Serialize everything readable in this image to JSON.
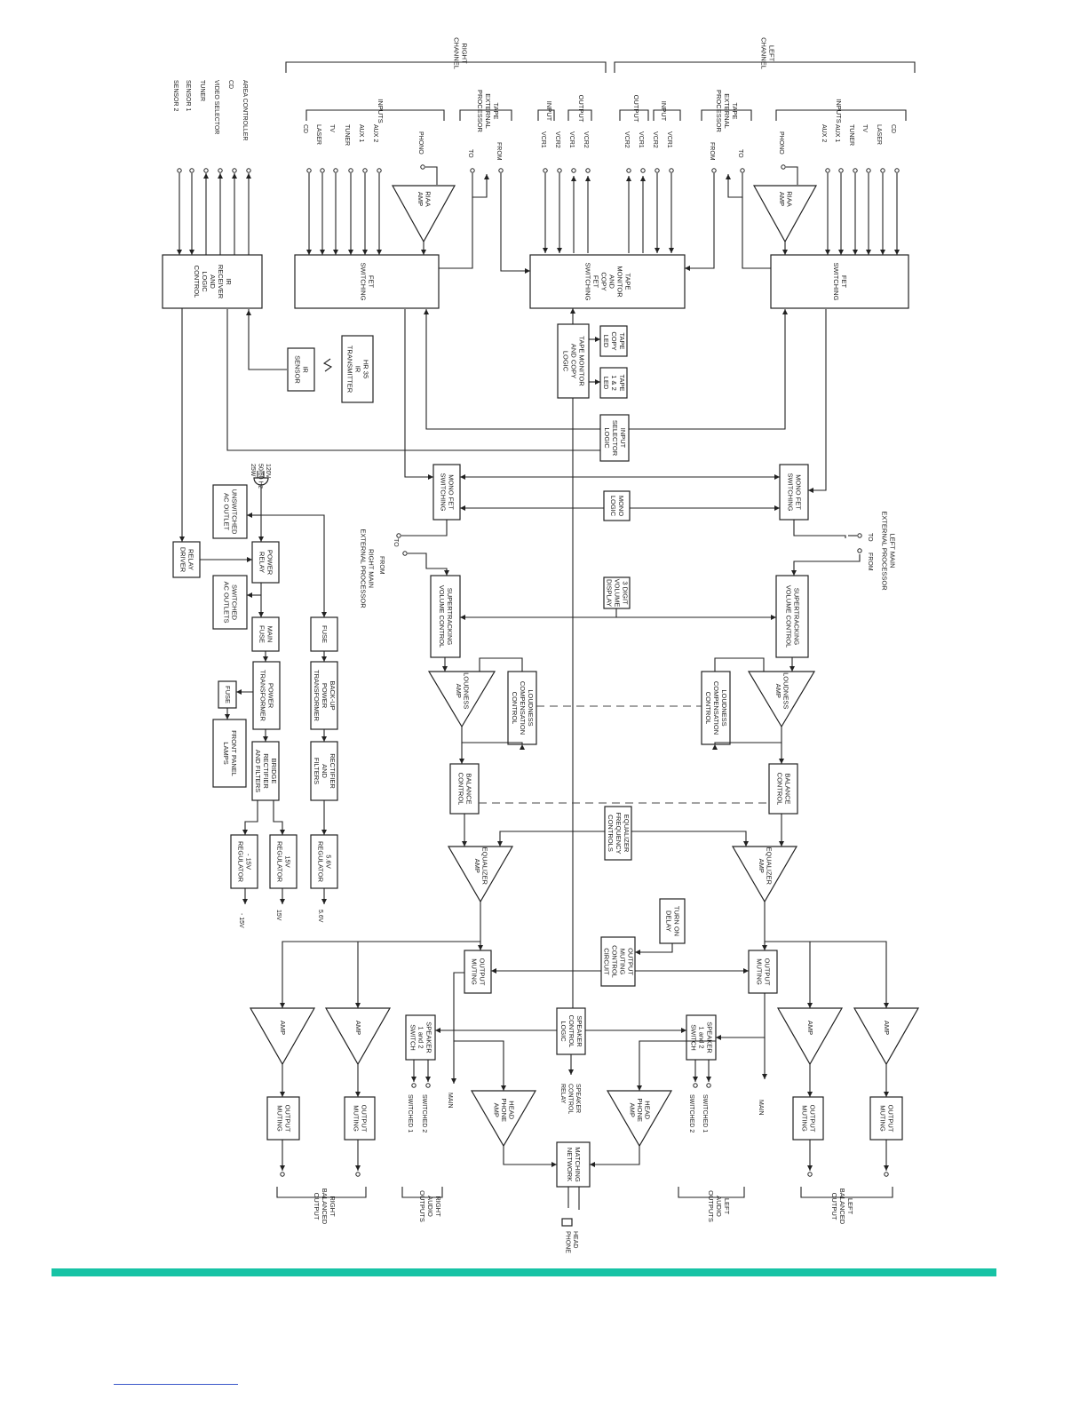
{
  "diagram": {
    "source_orientation": "rotated-90",
    "blocks": {
      "ir": "IR|RECEIVER|AND|LOGIC|CONTROL",
      "fet_r": "FET|SWITCHING",
      "tape_mon": "TAPE|MONITOR|AND|COPY|FET|SWITCHING",
      "fet_l": "FET|SWITCHING",
      "ir_sensor": "IR|SENSOR",
      "hr35": "HR 35|IR|TRANSMITTER",
      "tml": "TAPE MONITOR|AND COPY|LOGIC",
      "tape_copy": "TAPE|COPY|LED",
      "tape12": "TAPE|1 & 2|LED",
      "isl": "INPUT|SELECTOR|LOGIC",
      "mono_r": "MONO FET|SWITCHING",
      "mono_l": "MONO FET|SWITCHING",
      "mono_logic": "MONO|LOGIC",
      "unsw": "UNSWITCHED|AC OUTLET",
      "pwr_relay": "POWER|RELAY",
      "relay_drv": "RELAY|DRIVER",
      "sw_ac": "SWITCHED|AC OUTLETS",
      "main_fuse": "MAIN|FUSE",
      "fuse_b": "FUSE",
      "pwr_tx": "POWER|TRANSFORMER",
      "bu_tx": "BACK-UP|POWER|TRANSFORMER",
      "fuse_s": "FUSE",
      "lamps": "FRONT PANEL|LAMPS",
      "bridge": "BRIDGE|RECTIFIER|AND FILTERS",
      "rect": "RECTIFIER|AND|FILTERS",
      "reg_n15": "- 15V|REGULATOR",
      "reg_15": "15V|REGULATOR",
      "reg_56": "5.6V|REGULATOR",
      "vol_r": "SUPERTRACKING|VOLUME CONTROL",
      "vol_l": "SUPERTRACKING|VOLUME CONTROL",
      "digit": "3 DIGIT|VOLUME|DISPLAY",
      "loud_amp_r": "LOUDNESS|AMP",
      "loud_amp_l": "LOUDNESS|AMP",
      "loud_ctl_r": "LOUDNESS|COMPENSATION|CONTROL",
      "loud_ctl_l": "LOUDNESS|COMPENSATION|CONTROL",
      "bal_r": "BALANCE|CONTROL",
      "bal_l": "BALANCE|CONTROL",
      "eq_ctl": "EQUALIZER|FREQUENCY|CONTROLS",
      "eq_r": "EQUALIZER|AMP",
      "eq_l": "EQUALIZER|AMP",
      "turn_on": "TURN ON|DELAY",
      "om_ctl": "OUTPUT|MUTING|CONTROL|CIRCUIT",
      "om_r": "OUTPUT|MUTING",
      "om_l": "OUTPUT|MUTING",
      "amp_r1": "AMP",
      "amp_r2": "AMP",
      "amp_l1": "AMP",
      "amp_l2": "AMP",
      "spk_sw_r": "SPEAKER|1 and 2|SWITCH",
      "spk_ctl": "SPEAKER|CONTROL|LOGIC",
      "spk_sw_l": "SPEAKER|1 and 2|SWITCH",
      "hp_amp_r": "HEAD|PHONE|AMP",
      "hp_amp_l": "HEAD|PHONE|AMP",
      "match": "MATCHING|NETWORK",
      "bom_r1": "OUTPUT|MUTING",
      "bom_r2": "OUTPUT|MUTING",
      "bom_l1": "OUTPUT|MUTING",
      "bom_l2": "OUTPUT|MUTING"
    },
    "signals": {
      "sensor2": "SENSOR 2",
      "sensor1": "SENSOR 1",
      "tuner_ir": "TUNER",
      "video_sel": "VIDEO SELECTOR",
      "cd_ir": "CD",
      "area_ctl": "AREA CONTROLLER",
      "cd_r": "CD",
      "laser_r": "LASER",
      "tv_r": "TV",
      "tuner_r": "TUNER",
      "aux1_r": "AUX 1",
      "aux2_r": "AUX 2",
      "phono_r": "PHONO",
      "to_r": "TO",
      "from_r": "FROM",
      "vcr1in_r": "VCR1",
      "vcr2in_r": "VCR2",
      "vcr1out_r": "VCR1",
      "vcr2out_r": "VCR2",
      "vcr2out_l": "VCR2",
      "vcr1out_l": "VCR1",
      "vcr2in_l": "VCR2",
      "vcr1in_l": "VCR1",
      "from_l": "FROM",
      "to_l": "TO",
      "phono_l": "PHONO",
      "aux2_l": "AUX 2",
      "aux1_l": "AUX 1",
      "tuner_l": "TUNER",
      "tv_l": "TV",
      "laser_l": "LASER",
      "cd_l": "CD",
      "riaa_r": "RIAA|AMP",
      "riaa_l": "RIAA|AMP",
      "mains": "120V|50/60 Hz|25W",
      "v_n15": "- 15V",
      "v_15": "15V",
      "v_56": "5.6V",
      "ext_to_r": "TO",
      "ext_from_r": "FROM",
      "ext_to_l": "TO",
      "ext_from_l": "FROM",
      "spk_relay": "SPEAKER|CONTROL|RELAY",
      "sw2_r": "SWITCHED 2",
      "sw1_r": "SWITCHED 1",
      "main_r": "MAIN",
      "sw1_l": "SWITCHED 1",
      "sw2_l": "SWITCHED 2",
      "main_l": "MAIN",
      "headphone": "HEAD|PHONE"
    },
    "groups": {
      "right_channel": "RIGHT|CHANNEL",
      "left_channel": "LEFT|CHANNEL",
      "inputs_r": "INPUTS",
      "tape_ext_r": "TAPE|EXTERNAL|PROCESSOR",
      "input_r": "INPUT",
      "output_r": "OUTPUT",
      "output_l": "OUTPUT",
      "input_l": "INPUT",
      "tape_ext_l": "TAPE|EXTERNAL|PROCESSOR",
      "inputs_l": "INPUTS",
      "ext_r": "RIGHT MAIN|EXTERNAL PROCESSOR",
      "ext_l": "LEFT MAIN|EXTERNAL PROCESSOR",
      "bal_out_r": "RIGHT|BALANCED|OUTPUT",
      "audio_out_r": "RIGHT|AUDIO|OUTPUTS",
      "audio_out_l": "LEFT|AUDIO|OUTPUTS",
      "bal_out_l": "LEFT|BALANCED|OUTPUT"
    }
  }
}
